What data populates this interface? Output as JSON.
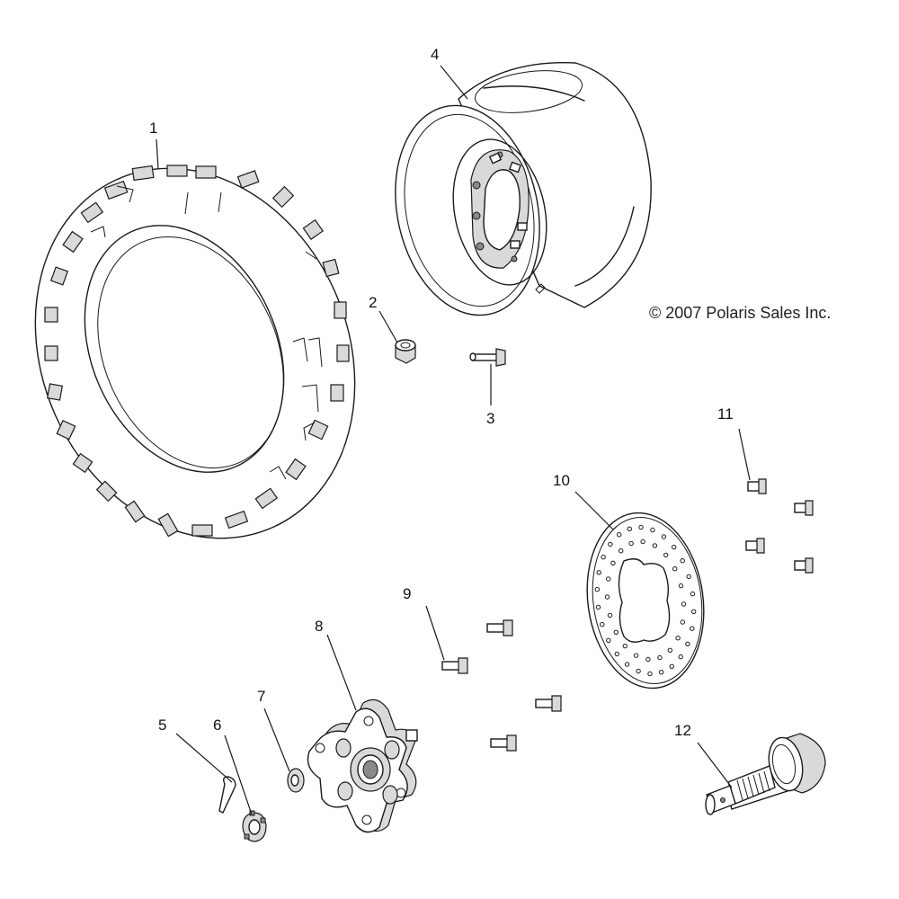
{
  "copyright": "© 2007 Polaris Sales Inc.",
  "callouts": {
    "c1": "1",
    "c2": "2",
    "c3": "3",
    "c4": "4",
    "c5": "5",
    "c6": "6",
    "c7": "7",
    "c8": "8",
    "c9": "9",
    "c10": "10",
    "c11": "11",
    "c12": "12"
  },
  "colors": {
    "line": "#1a1a1a",
    "background": "#ffffff"
  }
}
